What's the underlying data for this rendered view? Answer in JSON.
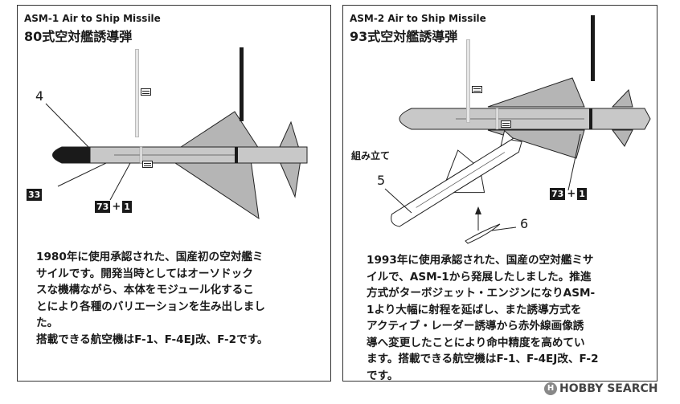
{
  "panel1": {
    "title_en": "ASM-1  Air to Ship Missile",
    "title_jp": "80式空対艦誘導弾",
    "callout_part": "4",
    "badge_nose": "33",
    "badge_body_a": "73",
    "badge_body_plus": "+",
    "badge_body_b": "1",
    "description": "1980年に使用承認された、国産初の空対艦ミ\nサイルです。開発当時としてはオーソドック\nスな機構ながら、本体をモジュール化するこ\nとにより各種のバリエーションを生み出しまし\nた。\n搭載できる航空機はF-1、F-4EJ改、F-2です。"
  },
  "panel2": {
    "title_en": "ASM-2  Air to Ship Missile",
    "title_jp": "93式空対艦誘導弾",
    "assembly_label": "組み立て",
    "callout_part_body": "5",
    "callout_part_fin": "6",
    "badge_body_a": "73",
    "badge_body_plus": "+",
    "badge_body_b": "1",
    "description": "1993年に使用承認された、国産の空対艦ミサ\nイルで、ASM-1から発展したしました。推進\n方式がターボジェット・エンジンになりASM-\n1より大幅に射程を延ばし、また誘導方式を\nアクティブ・レーダー誘導から赤外線画像誘\n導へ変更したことにより命中精度を高めてい\nます。搭載できる航空機はF-1、F-4EJ改、F-2\nです。"
  },
  "watermark": {
    "logo": "H",
    "text": "HOBBY SEARCH"
  },
  "colors": {
    "missile_body": "#c8c8c8",
    "missile_fin": "#b5b5b5",
    "outline": "#222222",
    "stripe_dark": "#1a1a1a",
    "stripe_light": "#e8e8e8"
  }
}
